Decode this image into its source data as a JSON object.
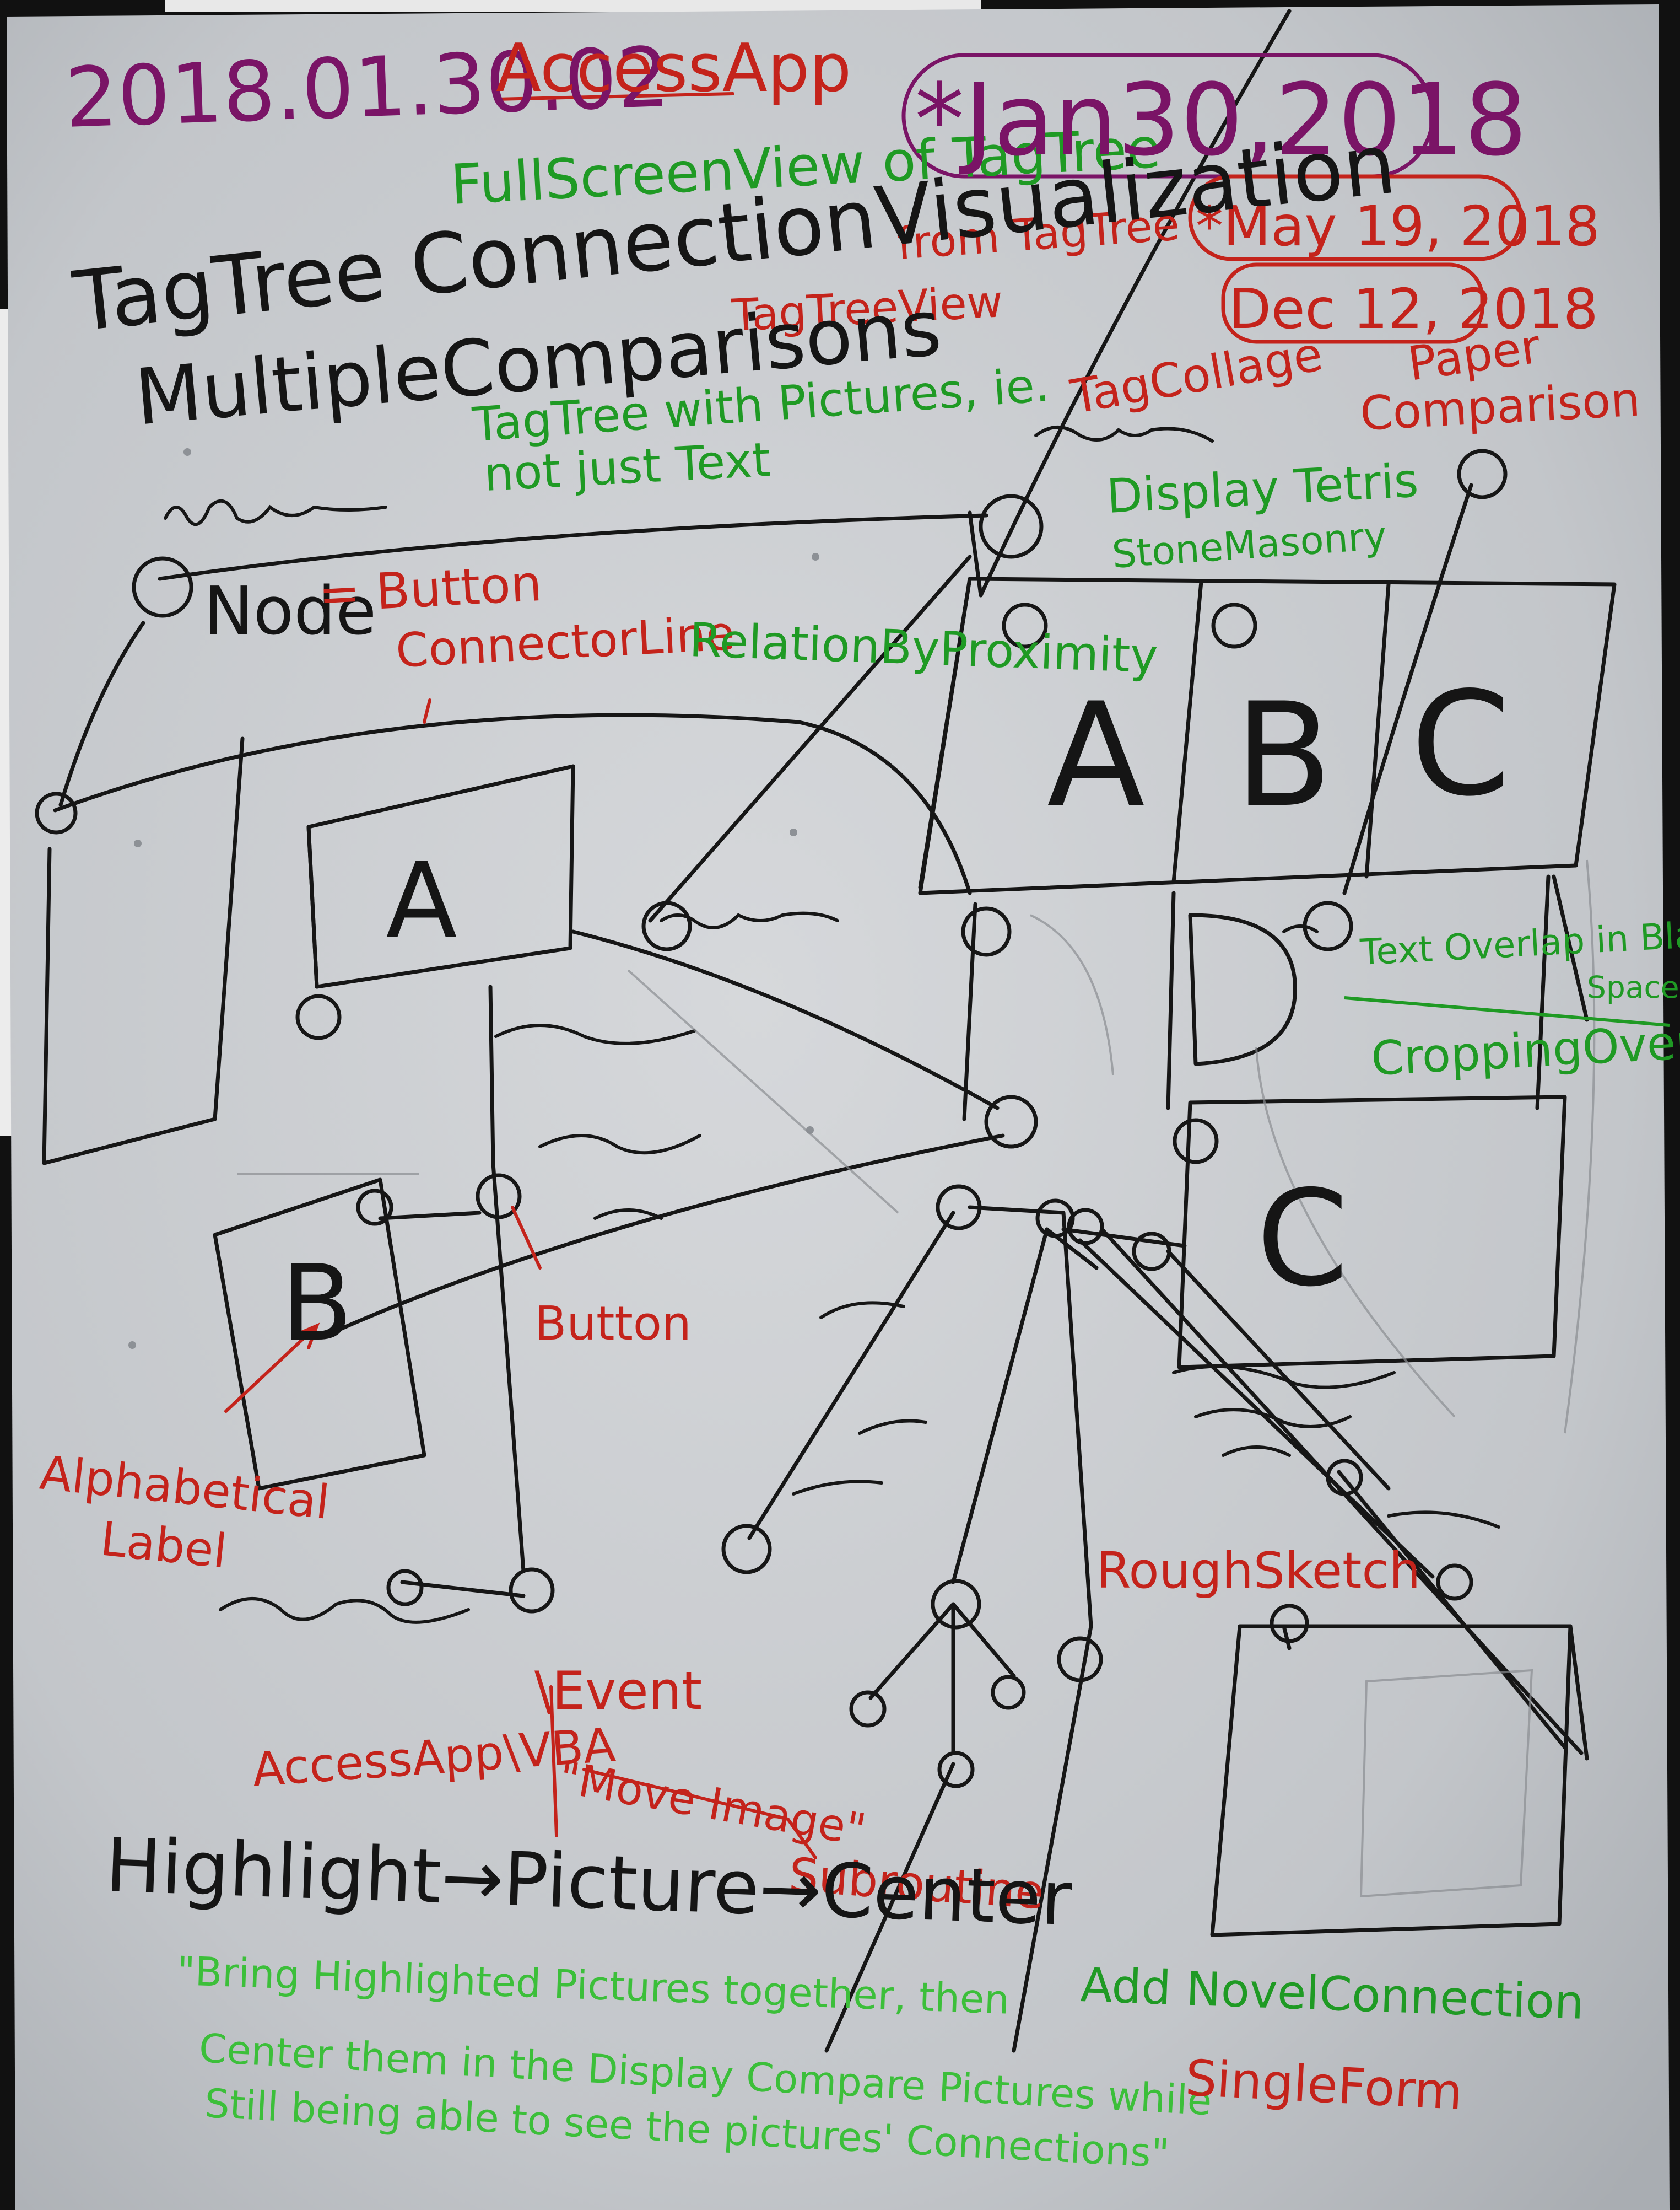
{
  "header": {
    "date_code": "2018.01.30.02",
    "app_name": "AccessApp",
    "subtitle_green": "FullScreenView of TagTree",
    "from_tagtree": "from TagTree",
    "tagtree_view": "TagTreeView"
  },
  "dates": {
    "primary": "*Jan30,2018",
    "secondary": "*May 19, 2018",
    "tertiary": "Dec 12, 2018"
  },
  "title": {
    "line1": "TagTree ConnectionVisualization",
    "line2": "MultipleComparisons",
    "note_green_1": "TagTree with Pictures, ie.",
    "note_green_2": "not just Text"
  },
  "labels": {
    "tag_collage": "TagCollage",
    "paper_comparison_1": "Paper",
    "paper_comparison_2": "Comparison",
    "display_tetris_1": "Display Tetris",
    "display_tetris_2": "StoneMasonry",
    "node_label": "Node",
    "button_label": "= Button",
    "connector_line": "ConnectorLine",
    "relation_by_proximity": "RelationByProximity",
    "text_overlap_1": "Text Overlap in Blank",
    "text_overlap_2": "Space",
    "cropping_overlap": "CroppingOverlap",
    "button_red": "Button",
    "alphabetical_1": "Alphabetical",
    "alphabetical_2": "Label",
    "rough_sketch": "RoughSketch",
    "event": "\\Event",
    "access_vba": "AccessApp\\VBA",
    "move_image": "\"Move Image\"",
    "subroutine": "Subroutine",
    "highlight_flow": "Highlight→Picture→Center",
    "add_novel_connection": "Add NovelConnection",
    "single_form": "SingleForm"
  },
  "letters": {
    "a_small": "A",
    "b_small": "B",
    "a_big": "A",
    "b_big": "B",
    "c_big": "C",
    "d_big": "D",
    "c_lower": "C"
  },
  "quote": {
    "line1": "\"Bring Highlighted Pictures together, then",
    "line2": "Center them in the Display Compare Pictures while",
    "line3": "Still being able to see the pictures' Connections\""
  },
  "colors": {
    "paper": "#c9ccd0",
    "ink_black": "#151515",
    "ink_red": "#c4231b",
    "ink_green": "#1f9a24",
    "ink_purple": "#7a1466"
  }
}
